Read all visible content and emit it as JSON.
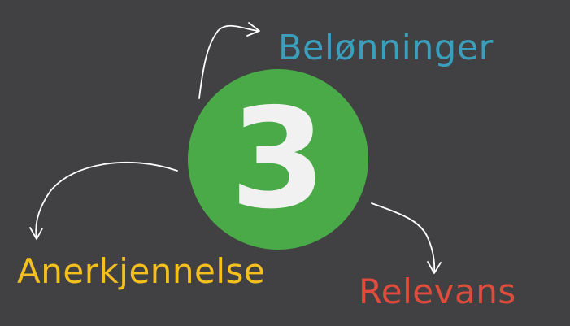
{
  "center": {
    "number": "3",
    "circle_color": "#4aaa48",
    "text_color": "#f1f1f1"
  },
  "labels": {
    "top": {
      "text": "Belønninger",
      "color": "#3a9fbd"
    },
    "left": {
      "text": "Anerkjennelse",
      "color": "#f4c01f"
    },
    "right": {
      "text": "Relevans",
      "color": "#e04c3c"
    }
  },
  "background_color": "#414042"
}
